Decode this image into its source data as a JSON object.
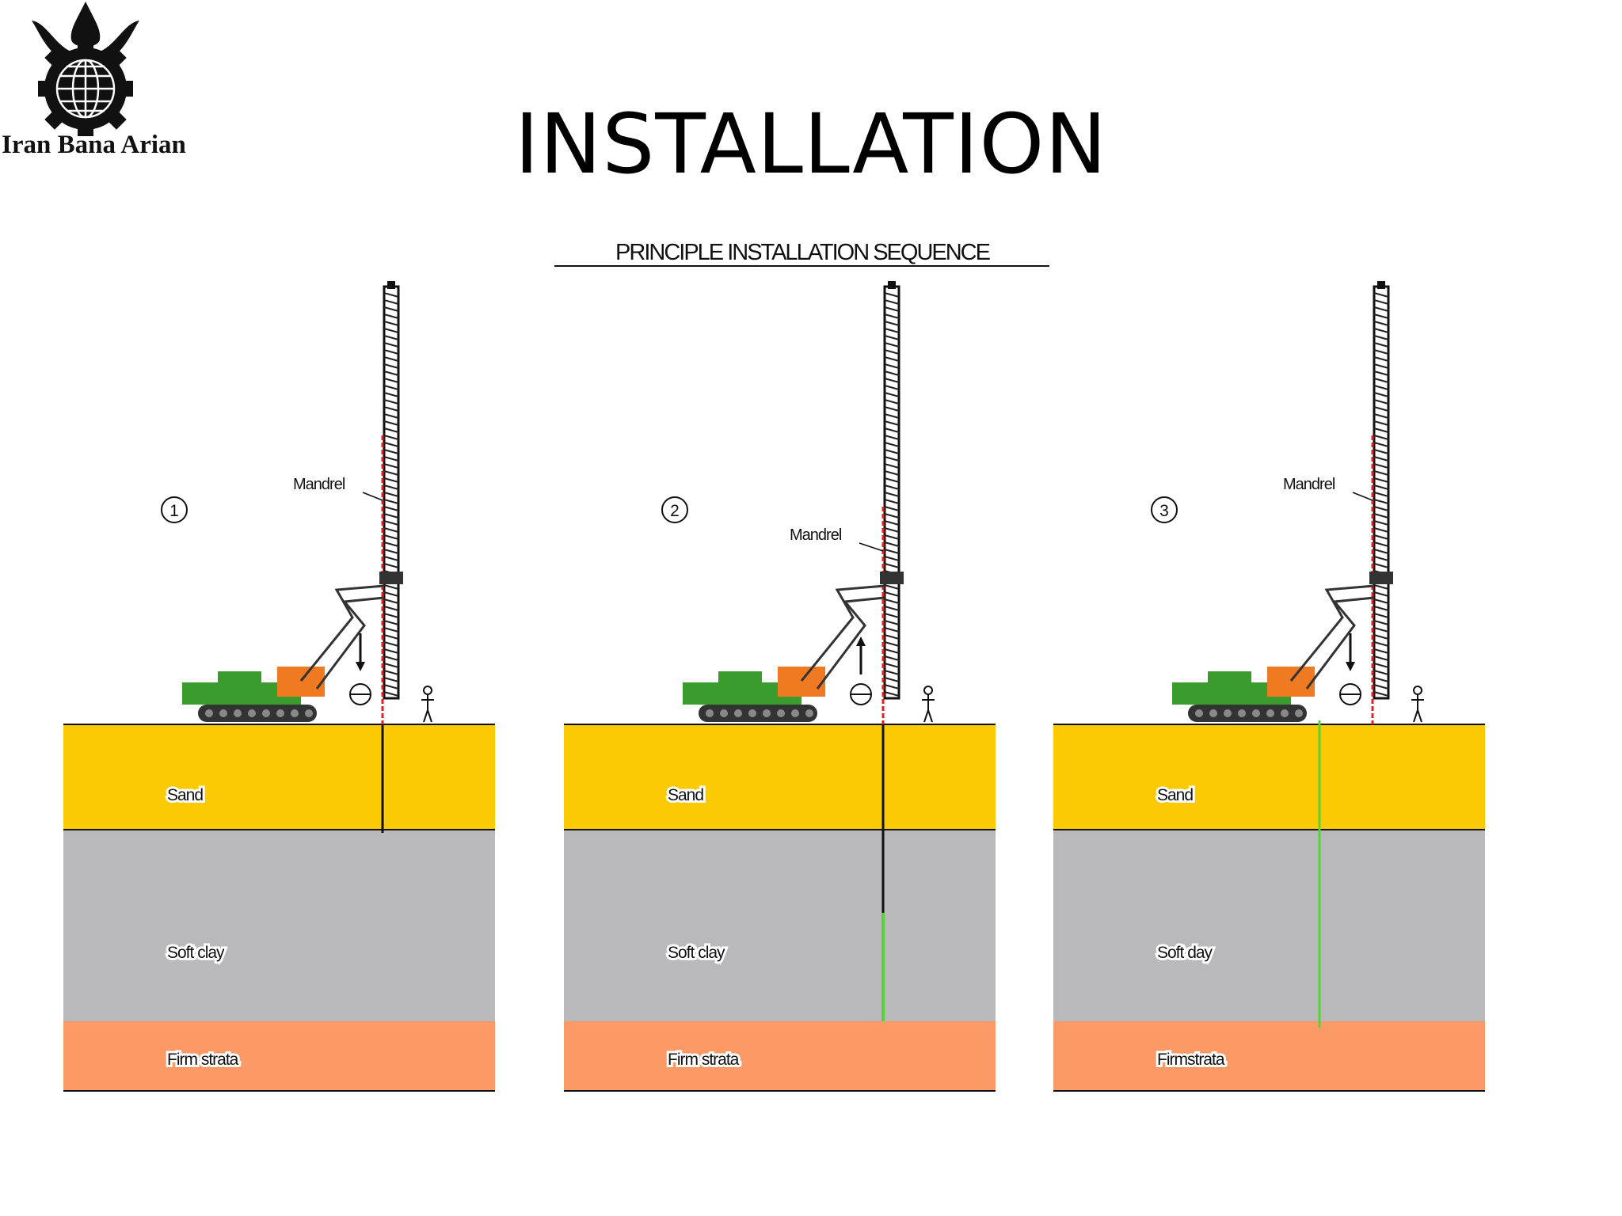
{
  "header": {
    "logo_text": "Iran Bana Arian",
    "title": "INSTALLATION"
  },
  "diagram": {
    "title": "PRINCIPLE INSTALLATION SEQUENCE",
    "soil_layers": [
      "Sand",
      "Soft clay",
      "Firm strata"
    ],
    "colors": {
      "sand": "#fcca02",
      "soft_clay": "#b9b9bb",
      "firm_strata": "#fb9a66",
      "excavator": "#3a9c2c",
      "drain": "#58d23a",
      "mandrel": "#e02020"
    },
    "panels": [
      {
        "step": "1",
        "mandrel_label": "Mandrel",
        "arrow": "down",
        "labels": [
          "Sand",
          "Soft clay",
          "Firm strata"
        ]
      },
      {
        "step": "2",
        "mandrel_label": "Mandrel",
        "arrow": "up",
        "labels": [
          "Sand",
          "Soft clay",
          "Firm strata"
        ]
      },
      {
        "step": "3",
        "mandrel_label": "Mandrel",
        "arrow": "down",
        "labels": [
          "Sand",
          "Soft day",
          "Firmstrata"
        ]
      }
    ]
  }
}
